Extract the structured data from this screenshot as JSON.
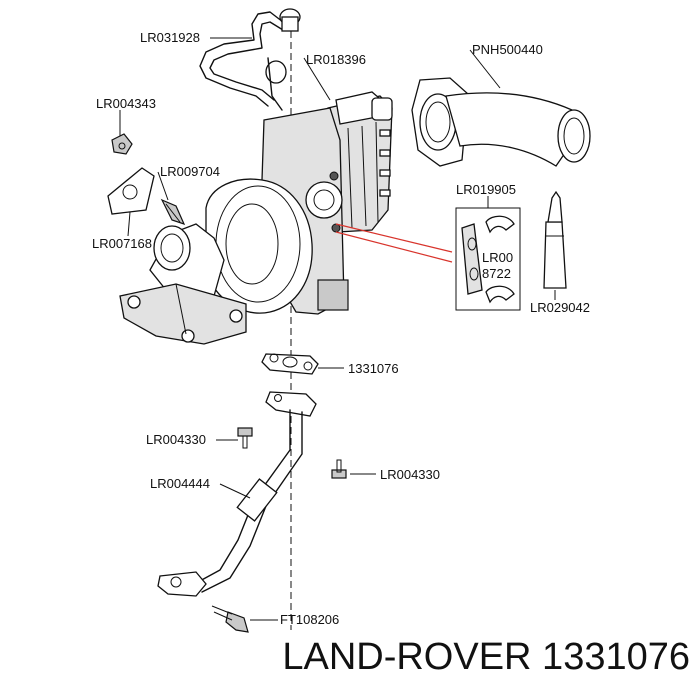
{
  "diagram": {
    "part_labels": {
      "lr031928": "LR031928",
      "lr018396": "LR018396",
      "pnh500440": "PNH500440",
      "lr004343": "LR004343",
      "lr009704": "LR009704",
      "lr007168": "LR007168",
      "lr019905": "LR019905",
      "lr008722_line1": "LR00",
      "lr008722_line2": "8722",
      "lr029042": "LR029042",
      "p1331076": "1331076",
      "lr004330_left": "LR004330",
      "lr004330_right": "LR004330",
      "lr004444": "LR004444",
      "ft108206": "FT108206"
    }
  },
  "footer": {
    "caption": "LAND-ROVER 1331076"
  },
  "colors": {
    "line": "#111111",
    "highlight_leader": "#d8342c",
    "shading": "#e2e2e2",
    "background": "#ffffff"
  }
}
